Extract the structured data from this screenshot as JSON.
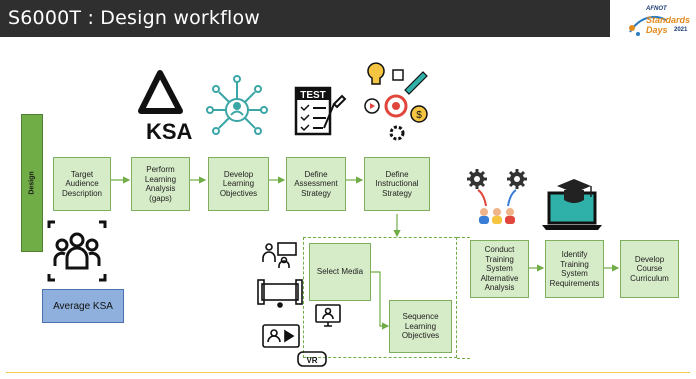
{
  "header": {
    "title": "S6000T : Design workflow"
  },
  "logo": {
    "sub": "AFNOT",
    "word": "Standards Days",
    "year": "2021"
  },
  "phase": {
    "label": "Design"
  },
  "ksa": {
    "label": "KSA"
  },
  "average_ksa": {
    "label": "Average KSA"
  },
  "steps": {
    "target": "Target Audience Description",
    "analysis": "Perform Learning Analysis (gaps)",
    "objectives": "Develop Learning Objectives",
    "assessment": "Define Assessment Strategy",
    "instructional": "Define Instructional Strategy",
    "select_media": "Select Media",
    "sequence": "Sequence Learning Objectives",
    "alternatives": "Conduct Training System Alternative Analysis",
    "requirements": "Identify Training System Requirements",
    "curriculum": "Develop Course Curriculum"
  },
  "icons": {
    "test_sheet": "TEST",
    "vr_headset": "VR"
  },
  "colors": {
    "box_fill": "#d6ebc7",
    "box_border": "#7fae5c",
    "design_bar": "#70ad47",
    "average_box": "#8fb0dc",
    "teal_icon": "#3aa6a6",
    "title_bar": "#2f2f2f"
  }
}
